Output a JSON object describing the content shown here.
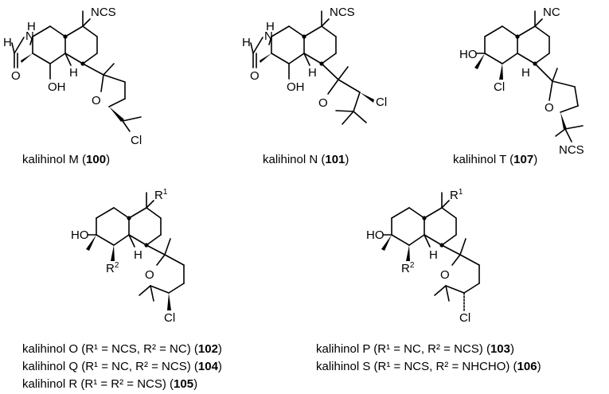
{
  "compounds": [
    {
      "name": "kalihinol M",
      "number": "100"
    },
    {
      "name": "kalihinol N",
      "number": "101"
    },
    {
      "name": "kalihinol T",
      "number": "107"
    }
  ],
  "series_left": [
    {
      "text": "kalihinol O (R¹ = NCS, R² = NC)",
      "number": "102"
    },
    {
      "text": "kalihinol Q (R¹ = NC, R² = NCS)",
      "number": "104"
    },
    {
      "text": "kalihinol R (R¹ = R² = NCS)",
      "number": "105"
    }
  ],
  "series_right": [
    {
      "text": "kalihinol P (R¹ = NC, R² = NCS)",
      "number": "103"
    },
    {
      "text": "kalihinol S (R¹ = NCS, R² = NHCHO)",
      "number": "106"
    }
  ],
  "atom_labels": {
    "ncs": "NCS",
    "nc": "NC",
    "nh": "N",
    "h": "H",
    "o": "O",
    "oh": "OH",
    "ho": "HO",
    "cl": "Cl",
    "r": "R",
    "r1_sup": "1",
    "r2_sup": "2"
  }
}
